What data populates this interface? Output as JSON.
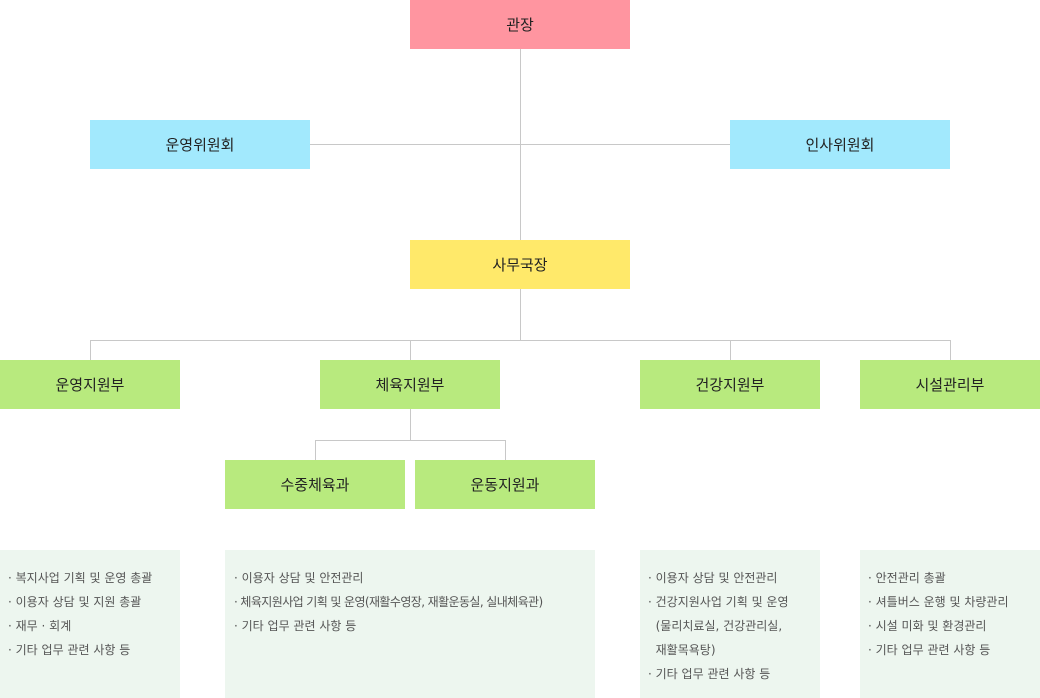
{
  "nodes": {
    "director": "관장",
    "operations_committee": "운영위원회",
    "personnel_committee": "인사위원회",
    "secretary_general": "사무국장",
    "operations_support_dept": "운영지원부",
    "sports_support_dept": "체육지원부",
    "health_support_dept": "건강지원부",
    "facility_management_dept": "시설관리부",
    "aquatic_sports_section": "수중체육과",
    "exercise_support_section": "운동지원과"
  },
  "duties": {
    "operations_support": [
      "· 복지사업 기획 및 운영 총괄",
      "· 이용자 상담 및 지원 총괄",
      "· 재무 · 회계",
      "· 기타 업무 관련 사항 등"
    ],
    "sports_support": [
      "· 이용자 상담 및 안전관리",
      "· 체육지원사업 기획 및 운영(재활수영장, 재활운동실, 실내체육관)",
      "· 기타 업무 관련 사항 등"
    ],
    "health_support": [
      "· 이용자 상담 및 안전관리",
      "· 건강지원사업 기획 및 운영",
      "  (물리치료실, 건강관리실,",
      "  재활목욕탕)",
      "· 기타 업무 관련 사항 등"
    ],
    "facility_management": [
      "· 안전관리 총괄",
      "· 셔틀버스 운행 및 차량관리",
      "· 시설 미화 및 환경관리",
      "· 기타 업무 관련 사항 등"
    ]
  }
}
